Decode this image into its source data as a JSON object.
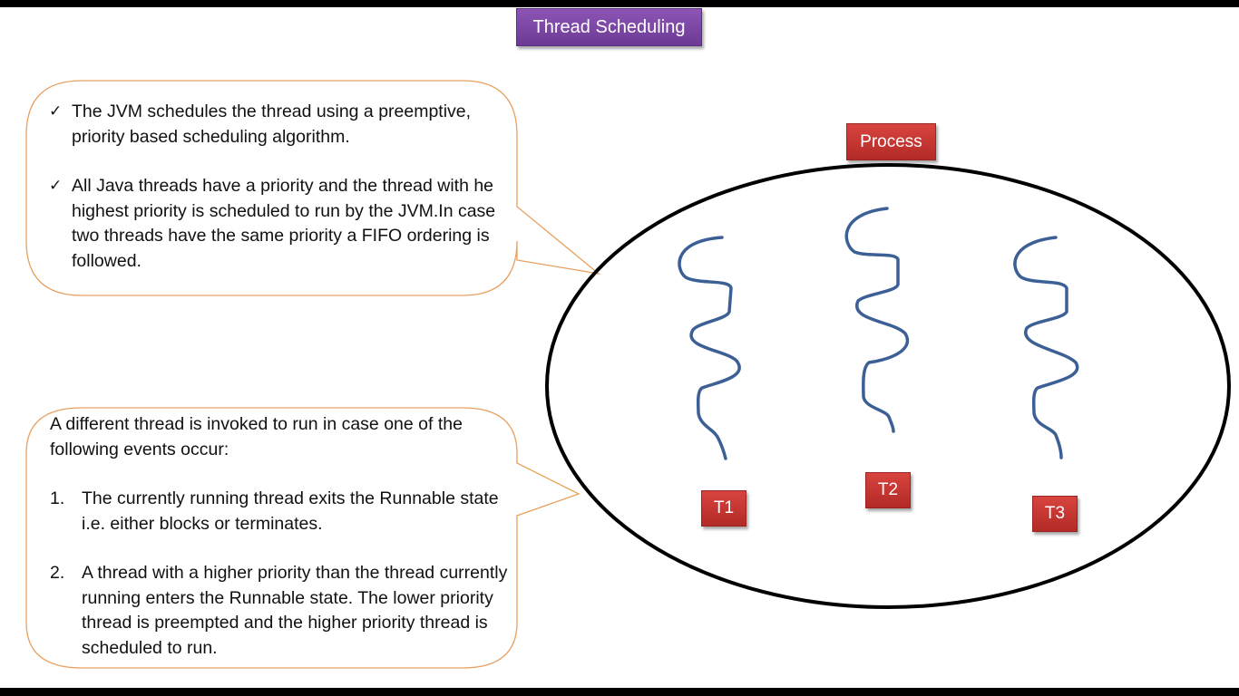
{
  "title": "Thread Scheduling",
  "process_label": "Process",
  "threads": [
    {
      "label": "T1"
    },
    {
      "label": "T2"
    },
    {
      "label": "T3"
    }
  ],
  "callout_top": {
    "bullets": [
      "The JVM schedules  the thread using a preemptive, priority based scheduling algorithm.",
      "All Java threads have a priority and the thread with he highest priority is scheduled to run by the JVM.In case two threads have the same priority a FIFO ordering is followed."
    ]
  },
  "callout_bottom": {
    "intro": "A different thread is invoked to run in case one of the following events occur:",
    "items": [
      {
        "num": "1.",
        "text": "The currently running thread exits the Runnable state i.e. either blocks or terminates."
      },
      {
        "num": "2.",
        "text": "A thread with a higher priority than the thread currently running enters the Runnable state. The lower priority thread is preempted and the higher priority thread is scheduled to run."
      }
    ]
  },
  "colors": {
    "title_bg": "#7e47a6",
    "label_bg": "#c0302b",
    "callout_border": "#e8a060",
    "thread_line": "#3c5f95",
    "ellipse": "#000000"
  }
}
